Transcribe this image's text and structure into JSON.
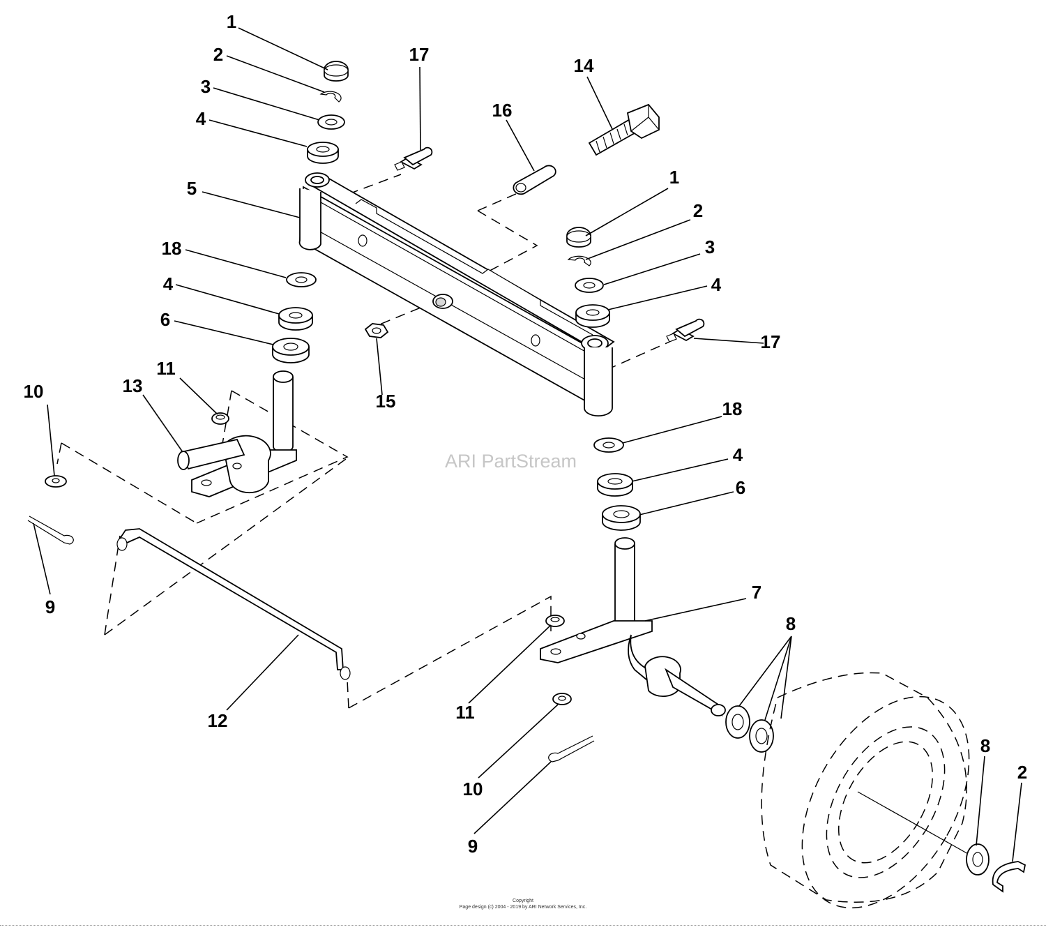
{
  "watermark": "ARI PartStream",
  "footer": {
    "copyright_title": "Copyright",
    "copyright_line": "Page design (c) 2004 - 2019 by ARI Network Services, Inc."
  },
  "callouts": [
    {
      "id": "c1a",
      "number": "1"
    },
    {
      "id": "c2a",
      "number": "2"
    },
    {
      "id": "c3a",
      "number": "3"
    },
    {
      "id": "c4a",
      "number": "4"
    },
    {
      "id": "c5",
      "number": "5"
    },
    {
      "id": "c18a",
      "number": "18"
    },
    {
      "id": "c4b",
      "number": "4"
    },
    {
      "id": "c6a",
      "number": "6"
    },
    {
      "id": "c17a",
      "number": "17"
    },
    {
      "id": "c16",
      "number": "16"
    },
    {
      "id": "c14",
      "number": "14"
    },
    {
      "id": "c1b",
      "number": "1"
    },
    {
      "id": "c2b",
      "number": "2"
    },
    {
      "id": "c3b",
      "number": "3"
    },
    {
      "id": "c4c",
      "number": "4"
    },
    {
      "id": "c17b",
      "number": "17"
    },
    {
      "id": "c15",
      "number": "15"
    },
    {
      "id": "c10a",
      "number": "10"
    },
    {
      "id": "c13",
      "number": "13"
    },
    {
      "id": "c11a",
      "number": "11"
    },
    {
      "id": "c9a",
      "number": "9"
    },
    {
      "id": "c18b",
      "number": "18"
    },
    {
      "id": "c4d",
      "number": "4"
    },
    {
      "id": "c6b",
      "number": "6"
    },
    {
      "id": "c7",
      "number": "7"
    },
    {
      "id": "c8a",
      "number": "8"
    },
    {
      "id": "c12",
      "number": "12"
    },
    {
      "id": "c11b",
      "number": "11"
    },
    {
      "id": "c10b",
      "number": "10"
    },
    {
      "id": "c9b",
      "number": "9"
    },
    {
      "id": "c8b",
      "number": "8"
    },
    {
      "id": "c2c",
      "number": "2"
    }
  ]
}
